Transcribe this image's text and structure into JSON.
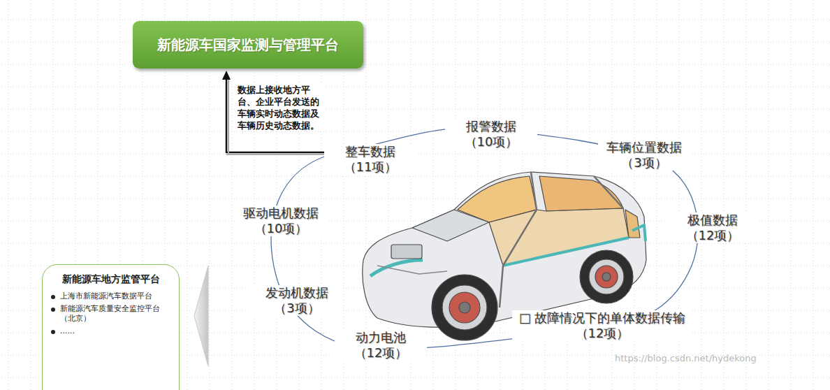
{
  "diagram": {
    "nodes": [
      {
        "text": [
          "新能源车国家监测与管理平台"
        ]
      },
      {
        "text": [
          "新能源车地方监管平台",
          "上海市新能源汽车数据平台",
          "新能源汽车质量安全监控平台（北京）",
          "......"
        ]
      }
    ],
    "labels": [
      "数据上接收地方平台、企业平台发送的车辆实时动态数据及车辆历史动态数据。",
      "整车数据 （11项）",
      "报警数据 （10项）",
      "车辆位置数据 （3项）",
      "极值数据 （12项）",
      "□ 故障情况下的单体数据传输 （12项）",
      "动力电池 （12项）",
      "发动机数据 （3项）",
      "驱动电机数据 （10项）",
      "https://blog.csdn.net/hydekong"
    ]
  }
}
